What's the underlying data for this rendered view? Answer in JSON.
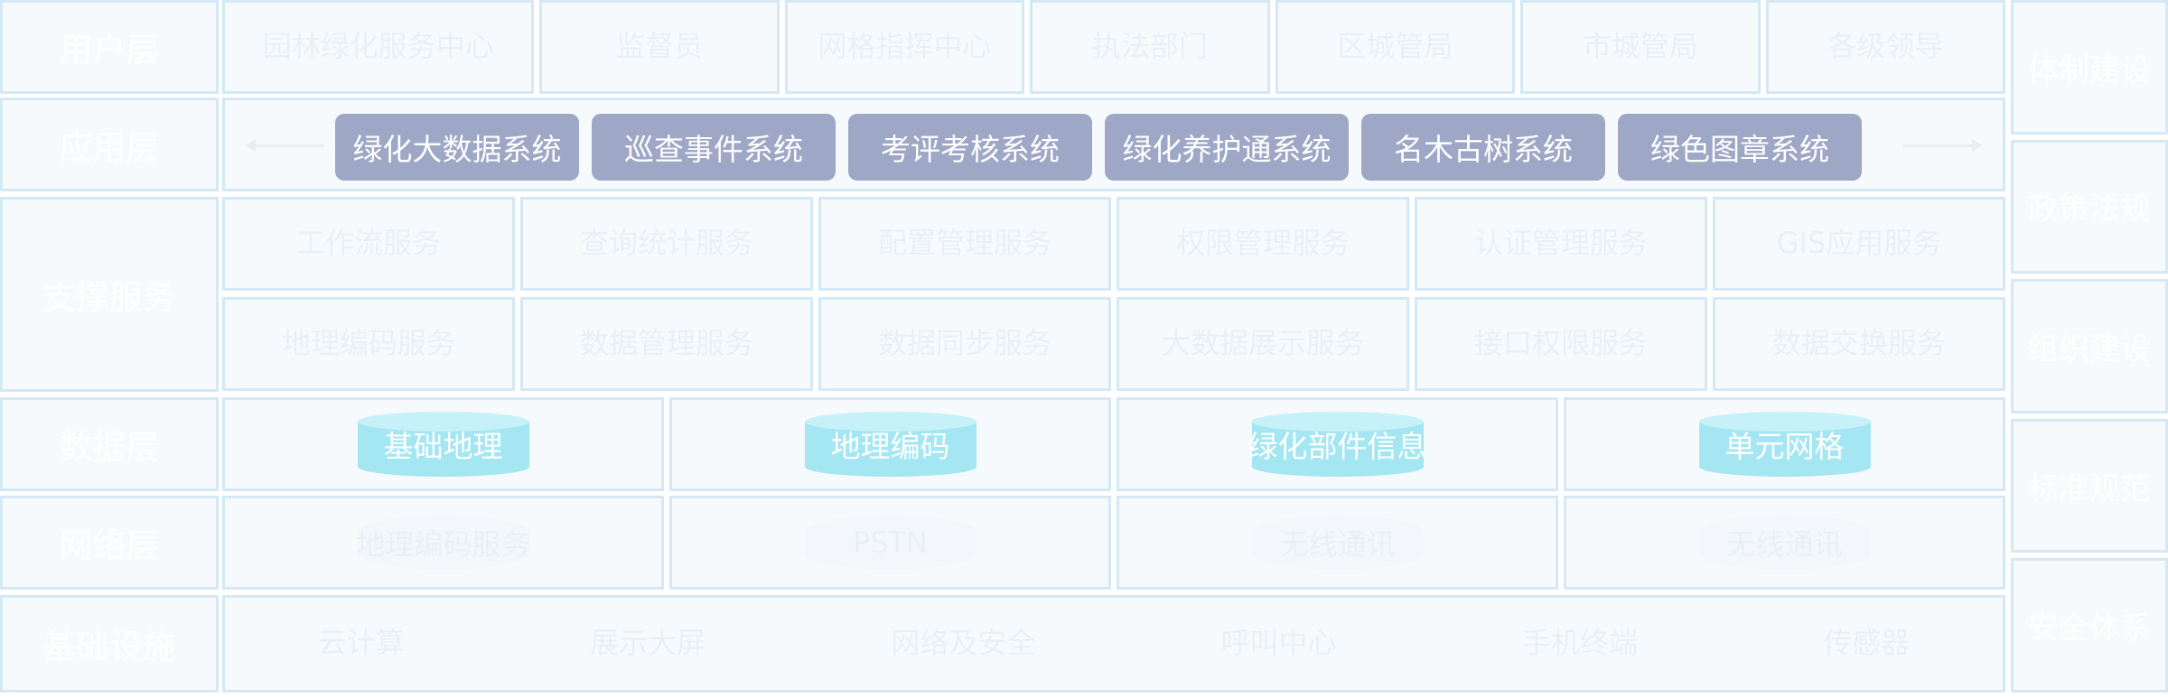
{
  "layers": {
    "user": "用户层",
    "application": "应用层",
    "support": "支撑服务",
    "data": "数据层",
    "network": "网络层",
    "infrastructure": "基础设施"
  },
  "users": [
    "园林绿化服务中心",
    "监督员",
    "网格指挥中心",
    "执法部门",
    "区城管局",
    "市城管局",
    "各级领导"
  ],
  "systems": [
    "绿化大数据系统",
    "巡查事件系统",
    "考评考核系统",
    "绿化养护通系统",
    "名木古树系统",
    "绿色图章系统"
  ],
  "services_row1": [
    "工作流服务",
    "查询统计服务",
    "配置管理服务",
    "权限管理服务",
    "认证管理服务",
    "GIS应用服务"
  ],
  "services_row2": [
    "地理编码服务",
    "数据管理服务",
    "数据同步服务",
    "大数据展示服务",
    "接口权限服务",
    "数据交换服务"
  ],
  "data_items": [
    "基础地理",
    "地理编码",
    "绿化部件信息",
    "单元网格"
  ],
  "network_items": [
    "地理编码服务",
    "PSTN",
    "无线通讯",
    "无线通讯"
  ],
  "infra_items": [
    "云计算",
    "展示大屏",
    "网络及安全",
    "呼叫中心",
    "手机终端",
    "传感器"
  ],
  "side_panels": [
    "体制建设",
    "政策法规",
    "组织建设",
    "标准规范",
    "安全体系"
  ],
  "colors": {
    "cell_bg": "#f7fafd",
    "cell_border": "#d4e9f5",
    "system_button": "#9ea7c6",
    "cylinder": "#a4e6f2"
  }
}
